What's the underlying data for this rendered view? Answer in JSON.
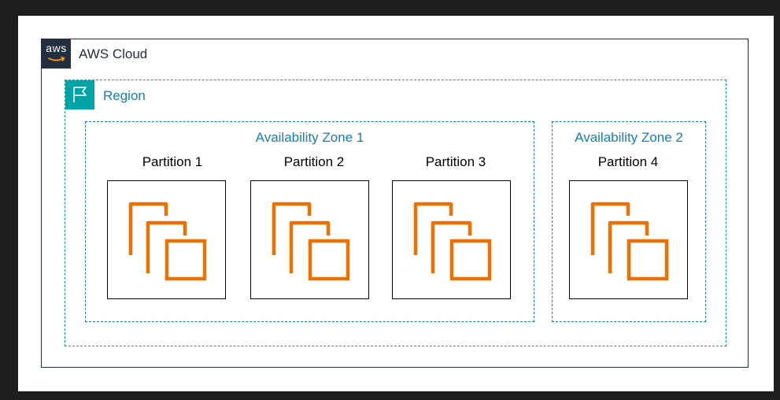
{
  "cloud": {
    "label": "AWS Cloud",
    "logo_text": "aws",
    "logo_color": "#232f3e"
  },
  "region": {
    "label": "Region",
    "accent": "#00a4a6",
    "icon": "region-flag-icon"
  },
  "availability_zones": [
    {
      "label": "Availability Zone 1",
      "border_color": "#147eba"
    },
    {
      "label": "Availability Zone 2",
      "border_color": "#147eba"
    }
  ],
  "partitions": [
    {
      "label": "Partition 1",
      "zone": 1,
      "icon": "ec2-instances-icon"
    },
    {
      "label": "Partition 2",
      "zone": 1,
      "icon": "ec2-instances-icon"
    },
    {
      "label": "Partition 3",
      "zone": 1,
      "icon": "ec2-instances-icon"
    },
    {
      "label": "Partition 4",
      "zone": 2,
      "icon": "ec2-instances-icon"
    }
  ],
  "colors": {
    "instance_orange": "#ed7100",
    "background_dark": "#1e1e1e"
  }
}
